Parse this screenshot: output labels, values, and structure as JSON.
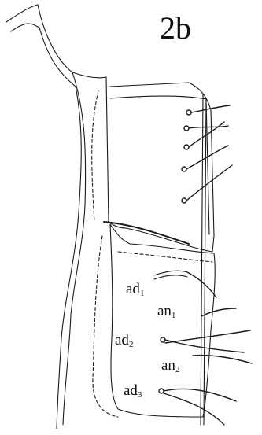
{
  "figure_label": "2b",
  "labels": [
    {
      "id": "ad1",
      "base": "ad",
      "sub": "1"
    },
    {
      "id": "an1",
      "base": "an",
      "sub": "1"
    },
    {
      "id": "ad2",
      "base": "ad",
      "sub": "2"
    },
    {
      "id": "an2",
      "base": "an",
      "sub": "2"
    },
    {
      "id": "ad3",
      "base": "ad",
      "sub": "3"
    }
  ],
  "colors": {
    "ink": "#1a1a1a",
    "paper": "#ffffff"
  }
}
